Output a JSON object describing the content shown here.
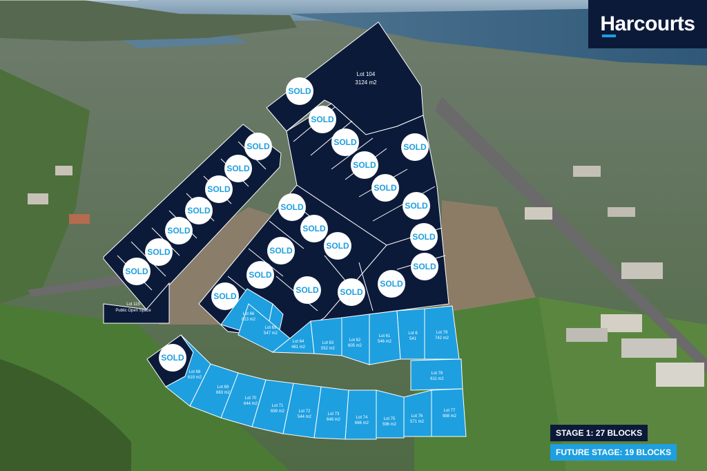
{
  "brand": {
    "name": "Harcourts",
    "color_navy": "#0c1a3a",
    "color_blue": "#1e9fe0"
  },
  "legend": {
    "stage1": "STAGE 1: 27 BLOCKS",
    "future": "FUTURE STAGE: 19 BLOCKS"
  },
  "sold_label": "SOLD",
  "lots": {
    "lot104": {
      "name": "Lot 104",
      "area": "3124 m2"
    },
    "lot115": {
      "name": "Lot 115",
      "area": "Public Open Space"
    },
    "lot66": {
      "name": "Lot 66",
      "area": "813 m2"
    },
    "lot65": {
      "name": "Lot 65",
      "area": "547 m2"
    },
    "lot64": {
      "name": "Lot 64",
      "area": "481 m2"
    },
    "lot63": {
      "name": "Lot 63",
      "area": "552 m2"
    },
    "lot62": {
      "name": "Lot 62",
      "area": "605 m2"
    },
    "lot61": {
      "name": "Lot 61",
      "area": "546 m2"
    },
    "lot60": {
      "name": "Lot 6",
      "area": "541"
    },
    "lot79": {
      "name": "Lot 79",
      "area": "742 m2"
    },
    "lot78": {
      "name": "Lot 78",
      "area": "611 m2"
    },
    "lot77": {
      "name": "Lot 77",
      "area": "988 m2"
    },
    "lot76": {
      "name": "Lot 76",
      "area": "571 m2"
    },
    "lot75": {
      "name": "Lot 75",
      "area": "596 m2"
    },
    "lot74": {
      "name": "Lot 74",
      "area": "666 m2"
    },
    "lot73": {
      "name": "Lot 73",
      "area": "648 m2"
    },
    "lot72": {
      "name": "Lot 72",
      "area": "544 m2"
    },
    "lot71": {
      "name": "Lot 71",
      "area": "699 m2"
    },
    "lot70": {
      "name": "Lot 70",
      "area": "644 m2"
    },
    "lot69": {
      "name": "Lot 69",
      "area": "663 m2"
    },
    "lot68": {
      "name": "Lot 68",
      "area": "619 m2"
    }
  }
}
